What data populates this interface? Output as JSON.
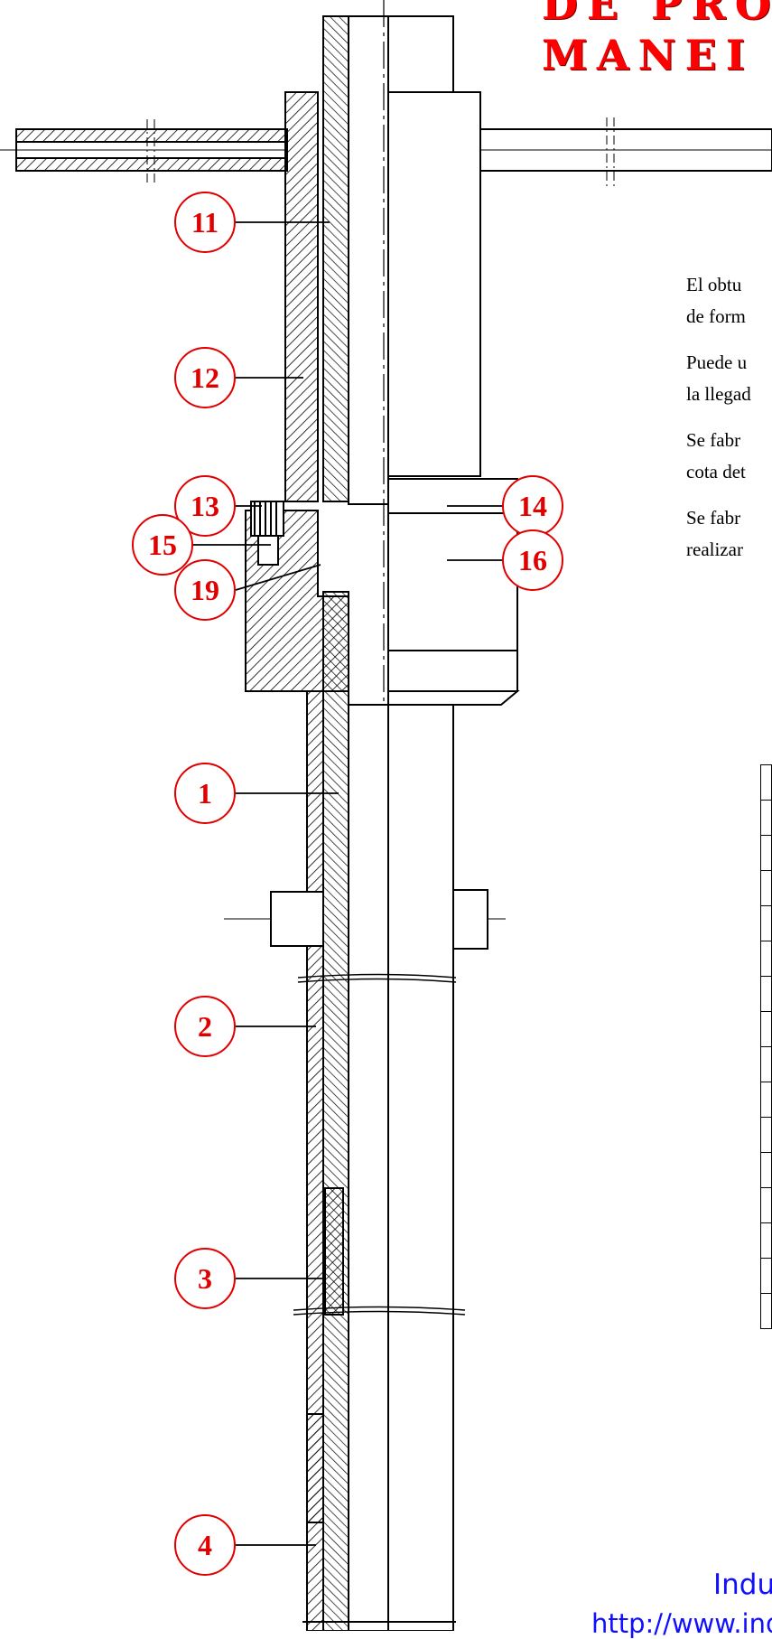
{
  "title": {
    "line1": "DE PRO",
    "line2": "MANEI"
  },
  "paragraphs": [
    {
      "line1": "El obtu",
      "line2": "de form"
    },
    {
      "line1": "Puede u",
      "line2": "la llegad"
    },
    {
      "line1": "Se fabr",
      "line2": "cota det"
    },
    {
      "line1": "Se fabr",
      "line2": "realizar"
    }
  ],
  "callouts": [
    "11",
    "12",
    "13",
    "15",
    "19",
    "14",
    "16",
    "1",
    "2",
    "3",
    "4"
  ],
  "table": {
    "visible_rows": 16
  },
  "footer": {
    "brand": "Indu",
    "url": "http://www.indu"
  },
  "colors": {
    "title_red": "#ff0000",
    "callout_red": "#e00000",
    "link_blue": "#1010ff",
    "line_black": "#000000"
  }
}
